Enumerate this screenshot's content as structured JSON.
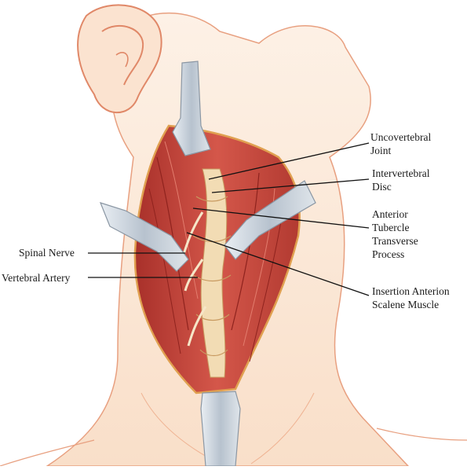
{
  "labels": {
    "uncovertebral_joint": [
      "Uncovertebral",
      "Joint"
    ],
    "intervertebral_disc": [
      "Intervertebral",
      "Disc"
    ],
    "anterior_tubercle": [
      "Anterior",
      "Tubercle",
      "Transverse",
      "Process"
    ],
    "insertion_scalene": [
      "Insertion Anterion",
      "Scalene Muscle"
    ],
    "spinal_nerve": "Spinal Nerve",
    "vertebral_artery": "Vertebral Artery"
  },
  "colors": {
    "skin": "#fbe9d8",
    "skin_outline": "#e8a080",
    "muscle": "#c8453a",
    "muscle_dark": "#9c2a24",
    "retractor": "#c9d2dc",
    "bone": "#f2dcb4",
    "leader_line": "#111111"
  }
}
